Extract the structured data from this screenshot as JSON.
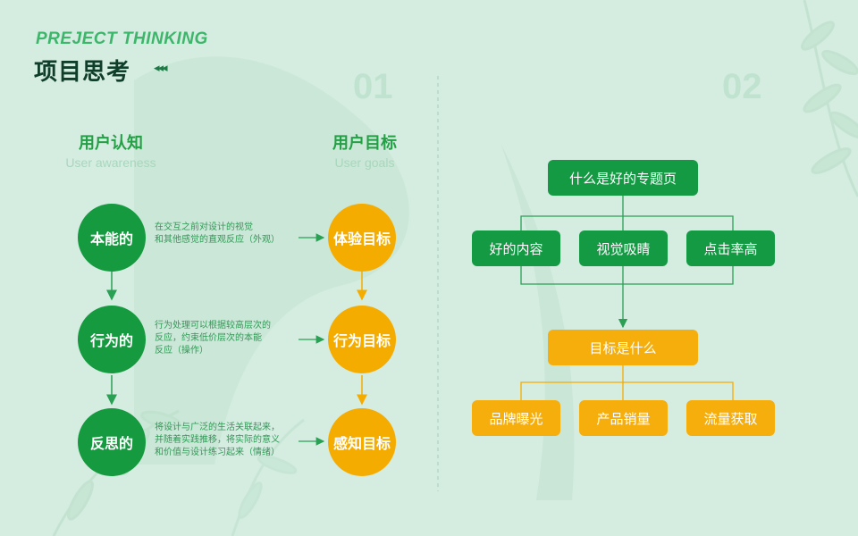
{
  "header": {
    "title_en": "PREJECT THINKING",
    "title_cn": "项目思考",
    "arrows": "◂◂◂"
  },
  "sections": {
    "num1": "01",
    "num2": "02"
  },
  "left": {
    "col1": {
      "title": "用户认知",
      "subtitle": "User awareness"
    },
    "col2": {
      "title": "用户目标",
      "subtitle": "User goals"
    },
    "cognition": [
      "本能的",
      "行为的",
      "反思的"
    ],
    "goals": [
      "体验目标",
      "行为目标",
      "感知目标"
    ],
    "descs": [
      [
        "在交互之前对设计的视觉",
        "和其他感觉的直观反应（外观）"
      ],
      [
        "行为处理可以根据较高层次的",
        "反应，约束低价层次的本能",
        "反应（操作）"
      ],
      [
        "将设计与广泛的生活关联起来，",
        "并随着实践推移，将实际的意义",
        "和价值与设计练习起来（情绪）"
      ]
    ]
  },
  "right": {
    "top": "什么是好的专题页",
    "row1": [
      "好的内容",
      "视觉吸睛",
      "点击率高"
    ],
    "mid": "目标是什么",
    "row2": [
      "品牌曝光",
      "产品销量",
      "流量获取"
    ]
  },
  "colors": {
    "green": "#159a3f",
    "orange": "#f5ac00",
    "bg": "#d5ece1"
  }
}
